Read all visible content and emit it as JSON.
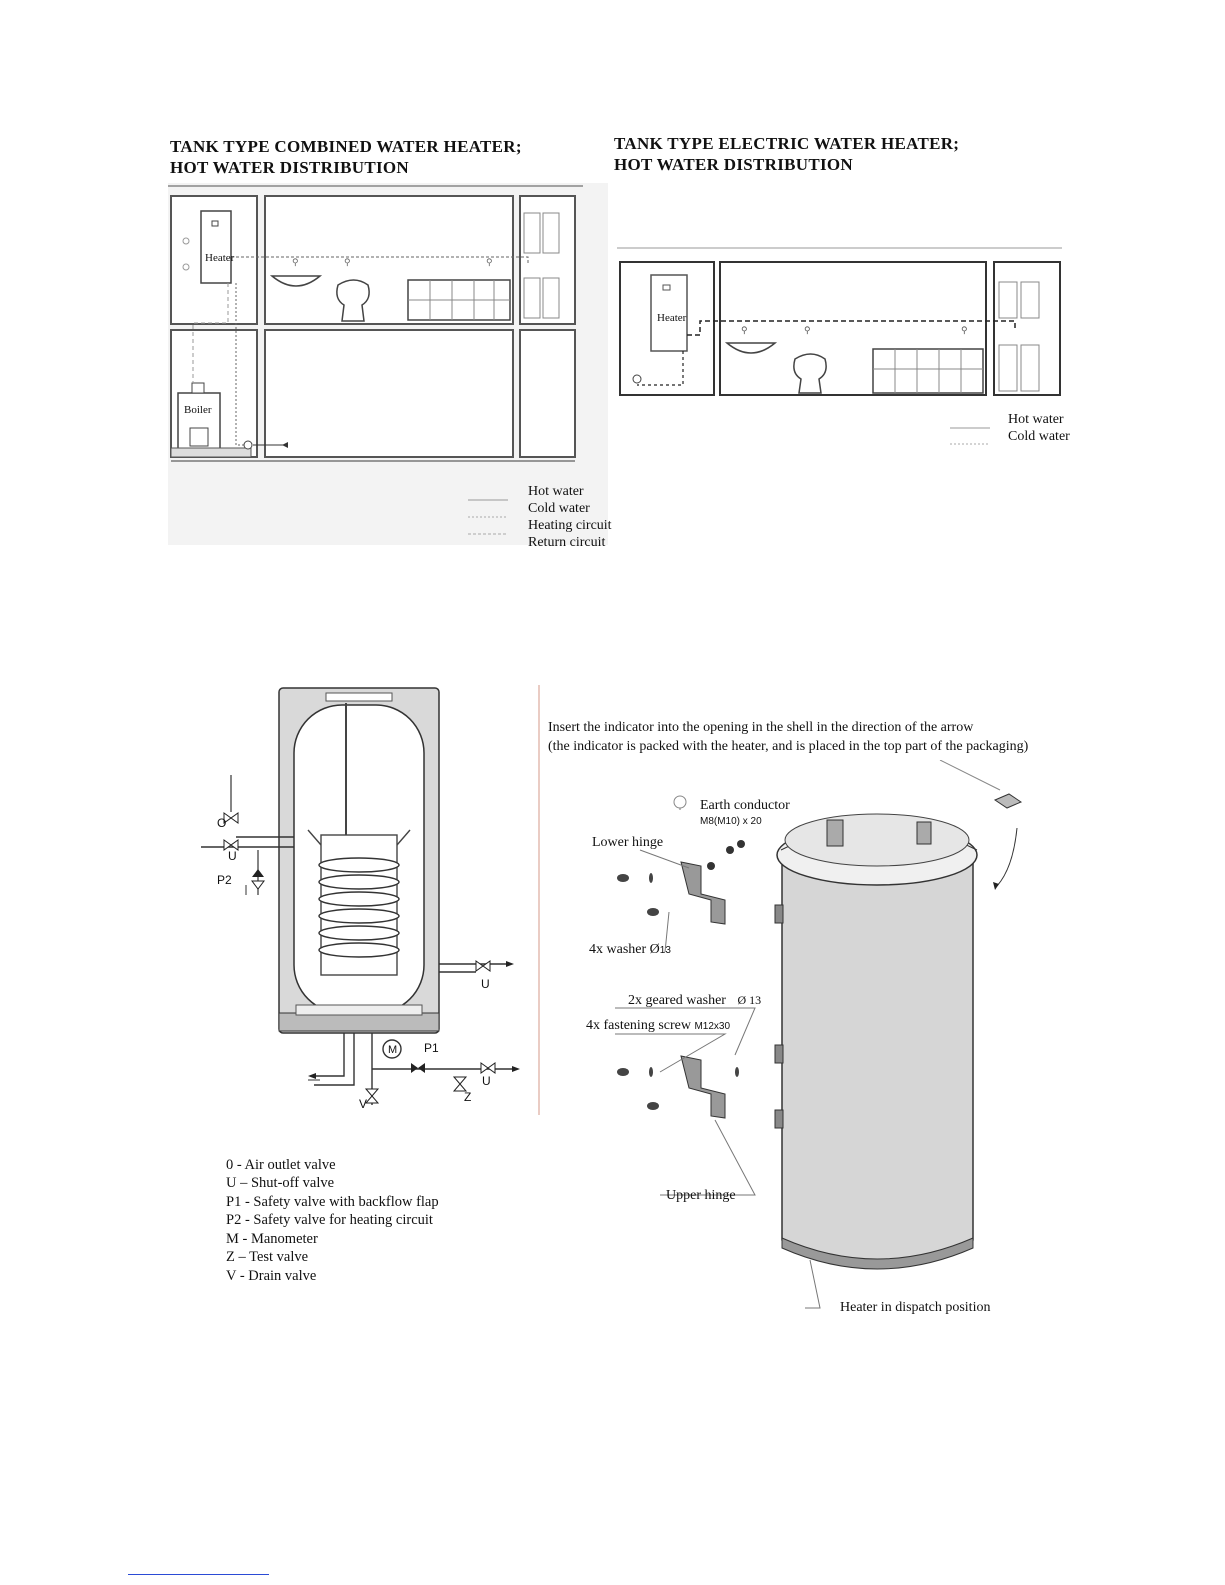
{
  "top_left": {
    "title_line1": "TANK TYPE COMBINED WATER HEATER;",
    "title_line2": "HOT WATER DISTRIBUTION",
    "heater_label": "Heater",
    "boiler_label": "Boiler",
    "legend": [
      "Hot water",
      "Cold water",
      "Heating circuit",
      "Return circuit"
    ]
  },
  "top_right": {
    "title_line1": "TANK TYPE ELECTRIC WATER HEATER;",
    "title_line2": "HOT WATER DISTRIBUTION",
    "heater_label": "Heater",
    "legend": [
      "Hot water",
      "Cold water"
    ]
  },
  "schematic": {
    "valve_labels": {
      "o": "O",
      "u1": "U",
      "u2": "U",
      "u3": "U",
      "p2": "P2",
      "p1": "P1",
      "m": "M",
      "v": "V",
      "z": "Z"
    },
    "key": [
      "0 - Air outlet valve",
      "U – Shut-off valve",
      "P1 - Safety valve with backflow flap",
      "P2 - Safety valve for heating circuit",
      "M - Manometer",
      "Z – Test valve",
      "V - Drain valve"
    ]
  },
  "assembly": {
    "instruction_line1": "Insert the indicator into the opening in the shell in the direction of the arrow",
    "instruction_line2": "(the indicator is packed with the heater, and is placed in the top part of the packaging)",
    "earth_conductor": "Earth conductor",
    "earth_spec": "M8(M10) x 20",
    "lower_hinge": "Lower hinge",
    "washer_4x": "4x washer Ø",
    "washer_4x_size": "13",
    "geared_washer": "2x geared washer",
    "geared_washer_size": "Ø 13",
    "fastening_screw": "4x fastening screw",
    "fastening_screw_spec": "M12x30",
    "upper_hinge": "Upper hinge",
    "dispatch": "Heater in dispatch position"
  }
}
